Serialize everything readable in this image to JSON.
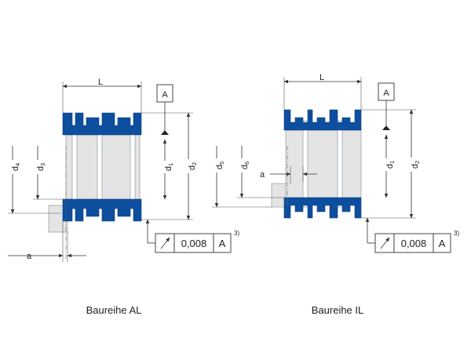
{
  "labels": {
    "L": "L",
    "A": "A",
    "a": "a",
    "d": "d",
    "sub1": "1",
    "sub2": "2",
    "sub3": "3",
    "sub4": "4",
    "sub5": "5",
    "sub6": "6"
  },
  "tolerance": {
    "value": "0,008",
    "datum": "A",
    "note": "3)"
  },
  "captions": {
    "left": "Baureihe AL",
    "right": "Baureihe IL"
  },
  "colors": {
    "seal_blue": "#0d4f9e",
    "housing_grey": "#e4e4e4"
  }
}
